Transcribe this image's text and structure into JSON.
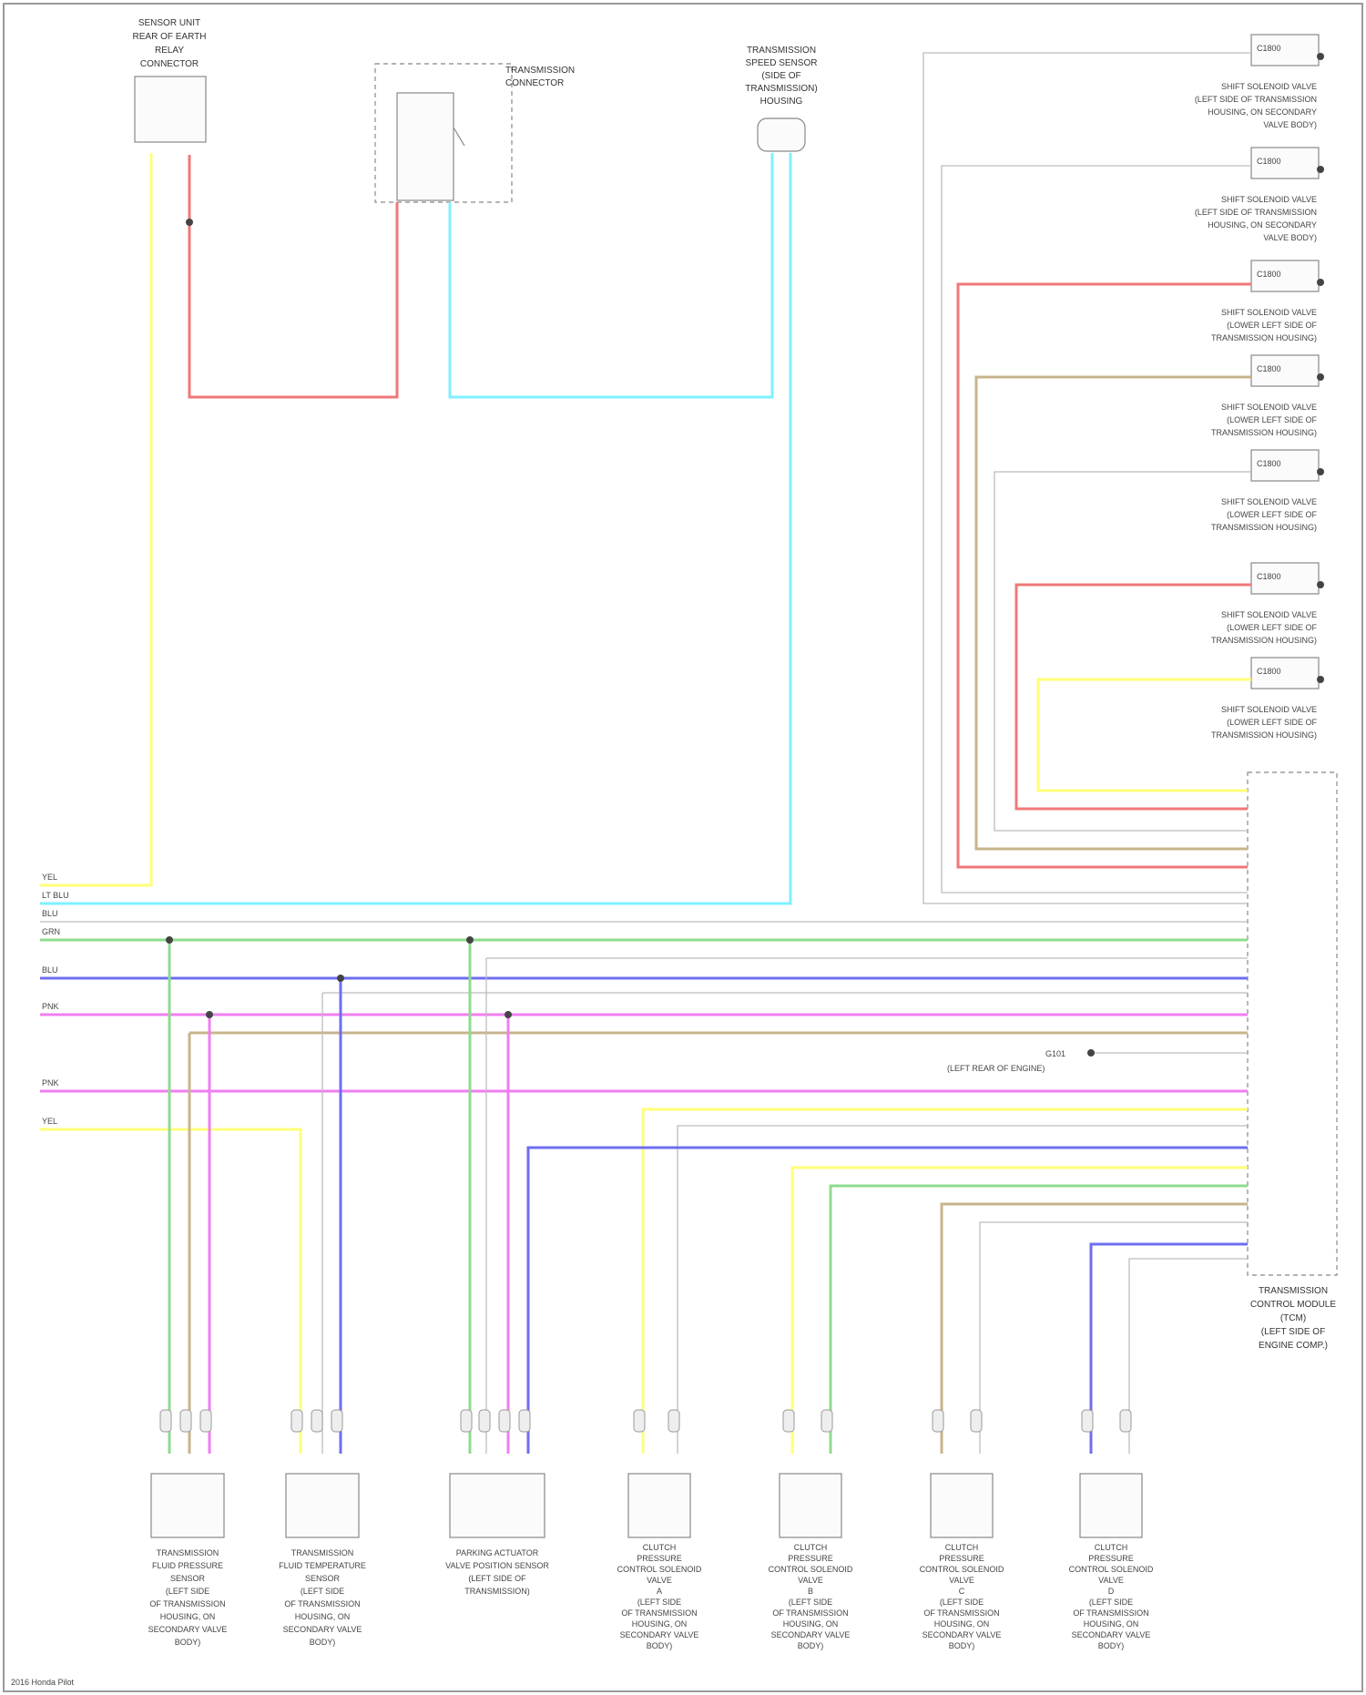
{
  "colors": {
    "background": "#ffffff",
    "frame": "#9a9a9a",
    "yellow": "#ffff7a",
    "red": "#f07878",
    "cyan": "#7ff0ff",
    "green": "#8edc8e",
    "blue": "#6e6ef0",
    "pink": "#f07ef0",
    "tan": "#c8b48c",
    "gray": "#c8c8c8",
    "dot": "#444444"
  },
  "components": [
    {
      "id": "sensor-top-left",
      "label_lines": [
        "SENSOR UNIT",
        "REAR OF EARTH",
        "RELAY",
        "CONNECTOR"
      ]
    },
    {
      "id": "switch-top",
      "label_lines": [
        "TRANSMISSION",
        "CONNECTOR"
      ]
    },
    {
      "id": "speed-sensor-top",
      "label_lines": [
        "TRANSMISSION",
        "SPEED SENSOR",
        "(SIDE OF",
        "TRANSMISSION)",
        "HOUSING"
      ]
    },
    {
      "id": "tcm",
      "label_lines": [
        "TRANSMISSION",
        "CONTROL MODULE",
        "(TCM)",
        "(LEFT SIDE OF",
        "ENGINE COMP.)"
      ]
    }
  ],
  "shift_solenoids": [
    {
      "connector": "C1800",
      "lines": [
        "SHIFT SOLENOID VALVE",
        "(LEFT SIDE OF TRANSMISSION",
        "HOUSING, ON SECONDARY",
        "VALVE BODY)"
      ]
    },
    {
      "connector": "C1800",
      "lines": [
        "SHIFT SOLENOID VALVE",
        "(LEFT SIDE OF TRANSMISSION",
        "HOUSING, ON SECONDARY",
        "VALVE BODY)"
      ]
    },
    {
      "connector": "C1800",
      "lines": [
        "SHIFT SOLENOID VALVE",
        "(LOWER LEFT SIDE OF",
        "TRANSMISSION HOUSING)"
      ]
    },
    {
      "connector": "C1800",
      "lines": [
        "SHIFT SOLENOID VALVE",
        "(LOWER LEFT SIDE OF",
        "TRANSMISSION HOUSING)"
      ]
    },
    {
      "connector": "C1800",
      "lines": [
        "SHIFT SOLENOID VALVE",
        "(LOWER LEFT SIDE OF",
        "TRANSMISSION HOUSING)"
      ]
    },
    {
      "connector": "C1800",
      "lines": [
        "SHIFT SOLENOID VALVE",
        "(LOWER LEFT SIDE OF",
        "TRANSMISSION HOUSING)"
      ]
    },
    {
      "connector": "C1800",
      "lines": [
        "SHIFT SOLENOID VALVE",
        "(LOWER LEFT SIDE OF",
        "TRANSMISSION HOUSING)"
      ]
    }
  ],
  "bottom_components": [
    {
      "lines": [
        "TRANSMISSION",
        "FLUID PRESSURE",
        "SENSOR",
        "(LEFT SIDE",
        "OF TRANSMISSION",
        "HOUSING, ON",
        "SECONDARY VALVE",
        "BODY)"
      ]
    },
    {
      "lines": [
        "TRANSMISSION",
        "FLUID TEMPERATURE",
        "SENSOR",
        "(LEFT SIDE",
        "OF TRANSMISSION",
        "HOUSING, ON",
        "SECONDARY VALVE",
        "BODY)"
      ]
    },
    {
      "lines": [
        "PARKING ACTUATOR",
        "VALVE POSITION SENSOR",
        "(LEFT SIDE OF",
        "TRANSMISSION)"
      ]
    },
    {
      "lines": [
        "CLUTCH",
        "PRESSURE",
        "CONTROL SOLENOID",
        "VALVE",
        "A",
        "(LEFT SIDE",
        "OF TRANSMISSION",
        "HOUSING, ON",
        "SECONDARY VALVE",
        "BODY)"
      ]
    },
    {
      "lines": [
        "CLUTCH",
        "PRESSURE",
        "CONTROL SOLENOID",
        "VALVE",
        "B",
        "(LEFT SIDE",
        "OF TRANSMISSION",
        "HOUSING, ON",
        "SECONDARY VALVE",
        "BODY)"
      ]
    },
    {
      "lines": [
        "CLUTCH",
        "PRESSURE",
        "CONTROL SOLENOID",
        "VALVE",
        "C",
        "(LEFT SIDE",
        "OF TRANSMISSION",
        "HOUSING, ON",
        "SECONDARY VALVE",
        "BODY)"
      ]
    },
    {
      "lines": [
        "CLUTCH",
        "PRESSURE",
        "CONTROL SOLENOID",
        "VALVE",
        "D",
        "(LEFT SIDE",
        "OF TRANSMISSION",
        "HOUSING, ON",
        "SECONDARY VALVE",
        "BODY)"
      ]
    }
  ],
  "left_wire_labels": [
    "YEL",
    "LT BLU",
    "BLU",
    "GRN",
    "BLU",
    "PNK",
    "PNK",
    "YEL"
  ],
  "ground_label": "G101",
  "ground_note": "(LEFT REAR OF ENGINE)",
  "footer": "2016 Honda Pilot"
}
